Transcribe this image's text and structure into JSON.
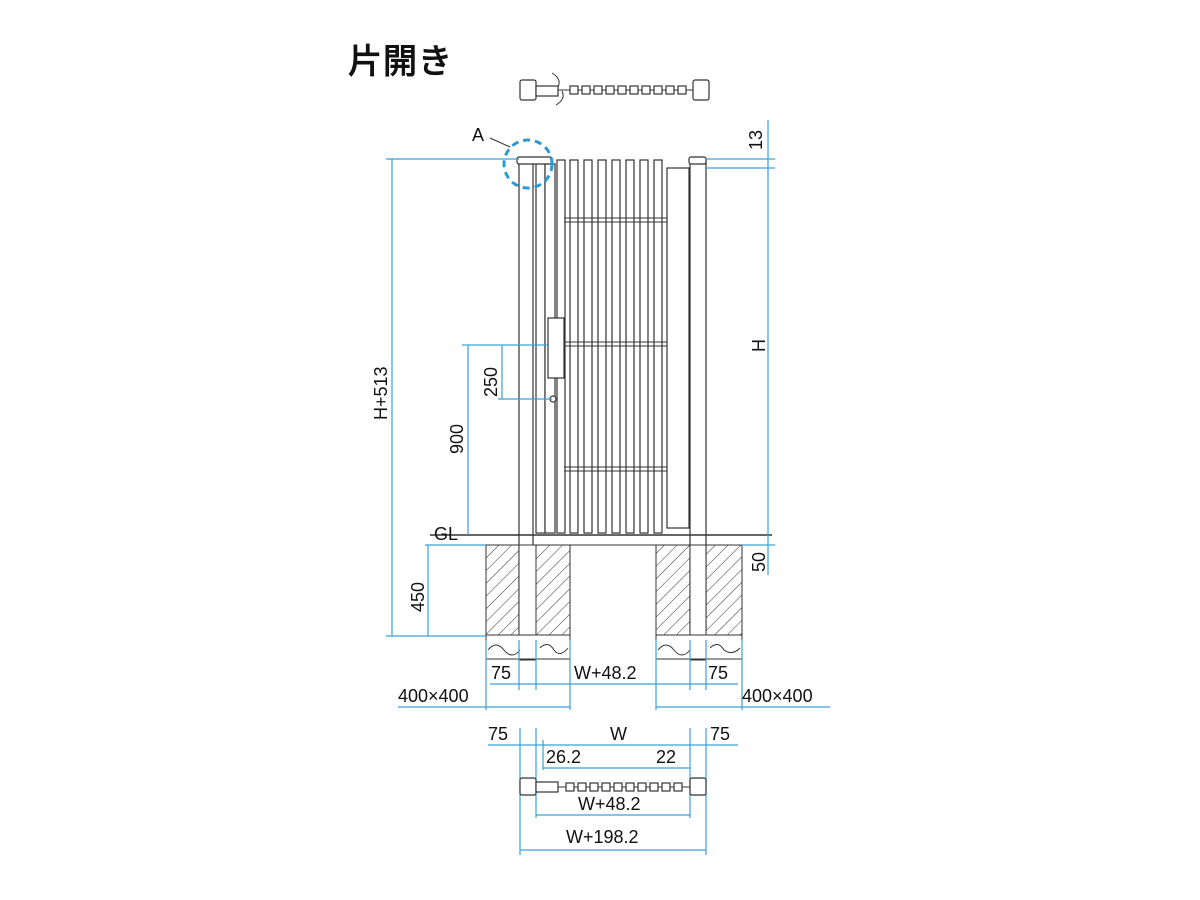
{
  "title": "片開き",
  "callout": "A",
  "labels": {
    "top_gap": "13",
    "height": "H",
    "total_height": "H+513",
    "handle": "250",
    "lock_height": "900",
    "ground": "GL",
    "bottom_gap": "50",
    "foundation_depth": "450",
    "post_left": "75",
    "post_right": "75",
    "gate_width": "W+48.2",
    "foundation_left": "400×400",
    "foundation_right": "400×400",
    "plan_post_left": "75",
    "plan_w": "W",
    "plan_post_right": "75",
    "plan_left_clear": "26.2",
    "plan_right_clear": "22",
    "plan_inner": "W+48.2",
    "plan_total": "W+198.2"
  },
  "colors": {
    "line": "#333333",
    "dimension": "#3aa0d8",
    "callout": "#2a9ad6"
  }
}
